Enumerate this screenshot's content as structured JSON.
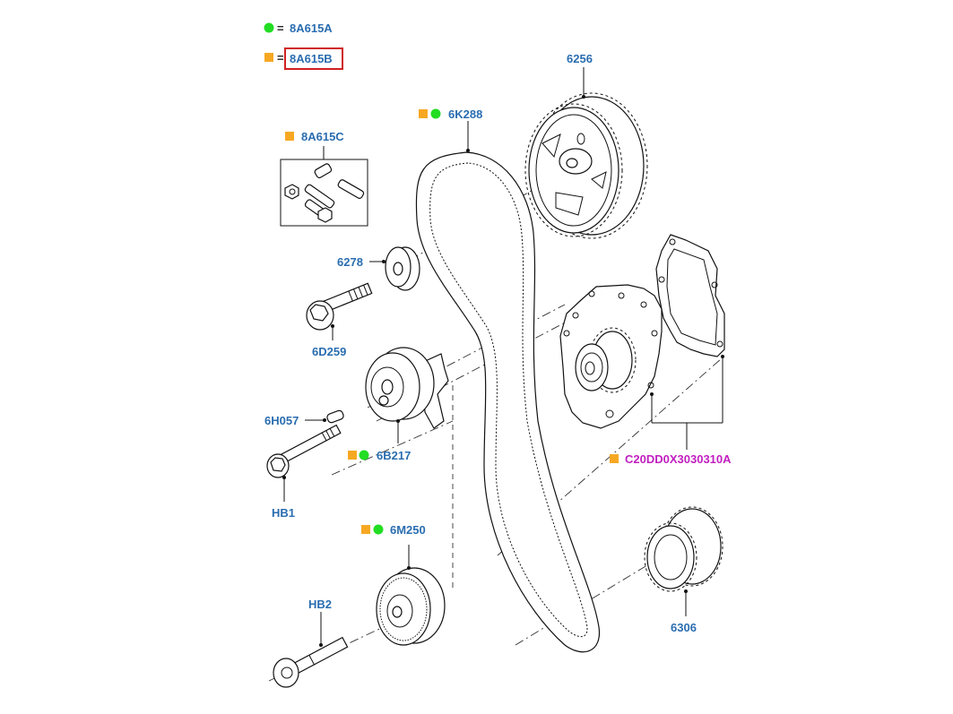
{
  "legend": {
    "items": [
      {
        "marker": "green-circle",
        "color": "#22dd22",
        "equals": "=",
        "code": "8A615A",
        "highlighted": false
      },
      {
        "marker": "orange-square",
        "color": "#f7a823",
        "equals": "=",
        "code": "8A615B",
        "highlighted": true,
        "highlight_color": "#d02020"
      }
    ]
  },
  "colors": {
    "label_blue": "#2a6db0",
    "label_magenta": "#c01fbf",
    "marker_green": "#22dd22",
    "marker_orange": "#f7a823"
  },
  "parts": {
    "bolt_kit": {
      "code": "8A615C",
      "markers": [
        "orange-square"
      ]
    },
    "timing_belt": {
      "code": "6K288",
      "markers": [
        "orange-square",
        "green-circle"
      ]
    },
    "camshaft_sprocket": {
      "code": "6256",
      "markers": []
    },
    "washer": {
      "code": "6278",
      "markers": []
    },
    "bolt_6d259": {
      "code": "6D259",
      "markers": []
    },
    "pin": {
      "code": "6H057",
      "markers": []
    },
    "tensioner": {
      "code": "6B217",
      "markers": [
        "orange-square",
        "green-circle"
      ]
    },
    "bolt_hb1": {
      "code": "HB1",
      "markers": []
    },
    "idler_pulley": {
      "code": "6M250",
      "markers": [
        "orange-square",
        "green-circle"
      ]
    },
    "bolt_hb2": {
      "code": "HB2",
      "markers": []
    },
    "water_pump": {
      "code": "C20DD0X3030310A",
      "markers": [
        "orange-square"
      ]
    },
    "crankshaft_sprocket": {
      "code": "6306",
      "markers": []
    }
  }
}
